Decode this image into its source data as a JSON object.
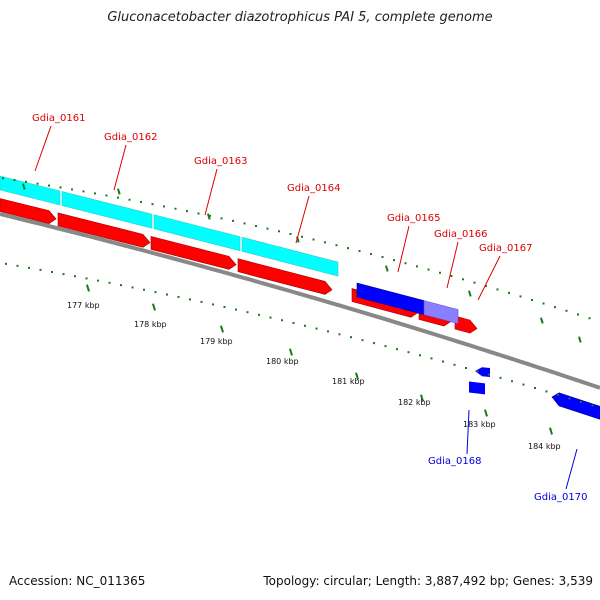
{
  "title": "Gluconacetobacter diazotrophicus PAI 5, complete genome",
  "footer": {
    "accession": "Accession: NC_011365",
    "stats": "Topology: circular; Length: 3,887,492 bp; Genes: 3,539"
  },
  "colors": {
    "cds_forward": "#ff0000",
    "cds_reverse": "#0000ff",
    "gene_track": "#00ffff",
    "overlap": "#8a80ff",
    "backbone": "#888888",
    "ticks": "#1a7a1a",
    "label_forward": "#dd0000",
    "label_reverse": "#0000dd"
  },
  "gene_labels": [
    {
      "name": "Gdia_0161",
      "strand": "forward"
    },
    {
      "name": "Gdia_0162",
      "strand": "forward"
    },
    {
      "name": "Gdia_0163",
      "strand": "forward"
    },
    {
      "name": "Gdia_0164",
      "strand": "forward"
    },
    {
      "name": "Gdia_0165",
      "strand": "forward"
    },
    {
      "name": "Gdia_0166",
      "strand": "forward"
    },
    {
      "name": "Gdia_0167",
      "strand": "forward"
    },
    {
      "name": "Gdia_0168",
      "strand": "reverse"
    },
    {
      "name": "Gdia_0170",
      "strand": "reverse"
    }
  ],
  "kbp_labels": [
    "177 kbp",
    "178 kbp",
    "179 kbp",
    "180 kbp",
    "181 kbp",
    "182 kbp",
    "183 kbp",
    "184 kbp"
  ]
}
